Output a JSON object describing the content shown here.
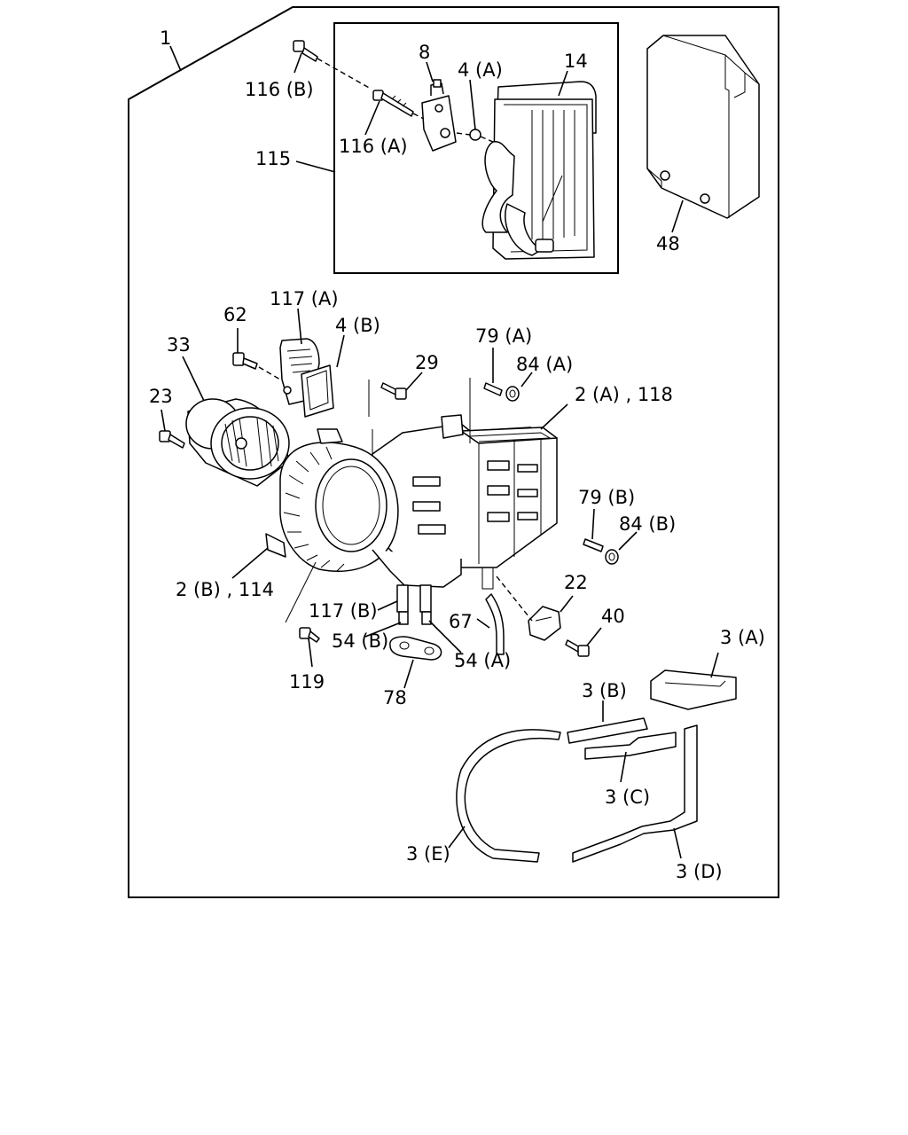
{
  "labels": {
    "l_1": "1",
    "l_116b": "116 (B)",
    "l_116a": "116 (A)",
    "l_115": "115",
    "l_8": "8",
    "l_4a": "4 (A)",
    "l_14": "14",
    "l_48": "48",
    "l_117a": "117 (A)",
    "l_62": "62",
    "l_4b": "4 (B)",
    "l_33": "33",
    "l_23": "23",
    "l_29": "29",
    "l_79a": "79 (A)",
    "l_84a": "84 (A)",
    "l_2a118": "2 (A) , 118",
    "l_79b": "79 (B)",
    "l_84b": "84 (B)",
    "l_2b114": "2 (B) , 114",
    "l_22": "22",
    "l_117b": "117 (B)",
    "l_40": "40",
    "l_67": "67",
    "l_54b": "54 (B)",
    "l_54a": "54 (A)",
    "l_119": "119",
    "l_78": "78",
    "l_3a": "3 (A)",
    "l_3b": "3 (B)",
    "l_3c": "3 (C)",
    "l_3e": "3 (E)",
    "l_3d": "3 (D)"
  }
}
